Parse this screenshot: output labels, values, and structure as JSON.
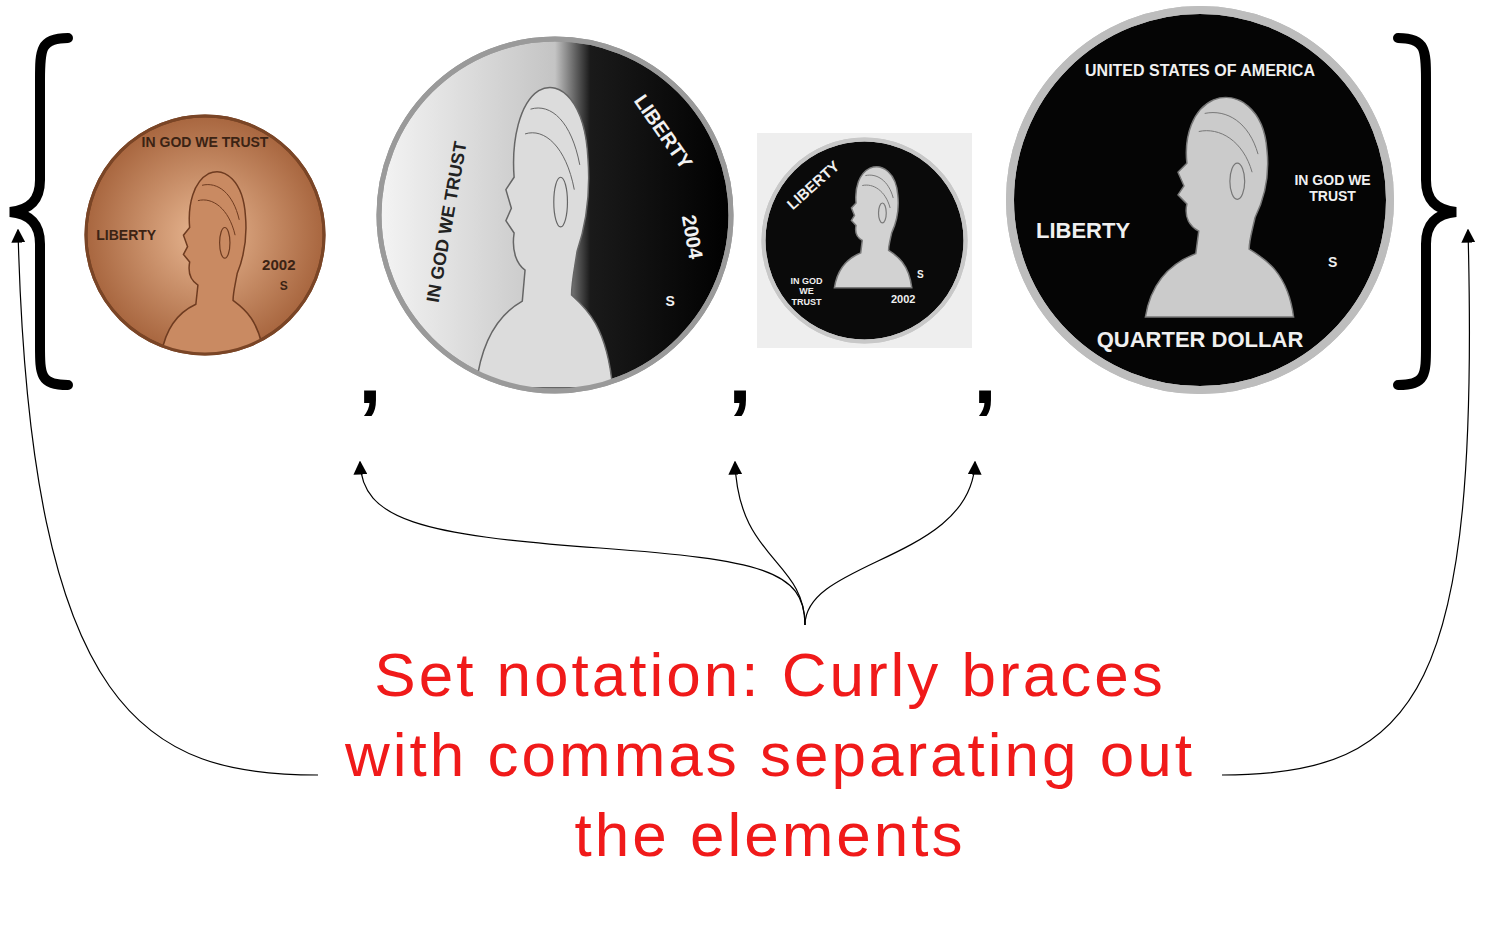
{
  "diagram": {
    "nodes": [
      {
        "text": [
          "IN GOD WE TRUST",
          "LIBERTY",
          "2002",
          "S"
        ]
      },
      {
        "text": [
          "IN GOD WE TRUST",
          "LIBERTY",
          "2004",
          "S"
        ]
      },
      {
        "text": [
          "LIBERTY",
          "IN GOD WE TRUST",
          "S",
          "2002"
        ]
      },
      {
        "text": [
          "UNITED STATES OF AMERICA",
          "IN GOD WE TRUST",
          "LIBERTY",
          "S",
          "QUARTER DOLLAR"
        ]
      }
    ],
    "labels": [
      ",",
      ",",
      ",",
      "Set notation: Curly braces with commas separating out the elements"
    ]
  }
}
